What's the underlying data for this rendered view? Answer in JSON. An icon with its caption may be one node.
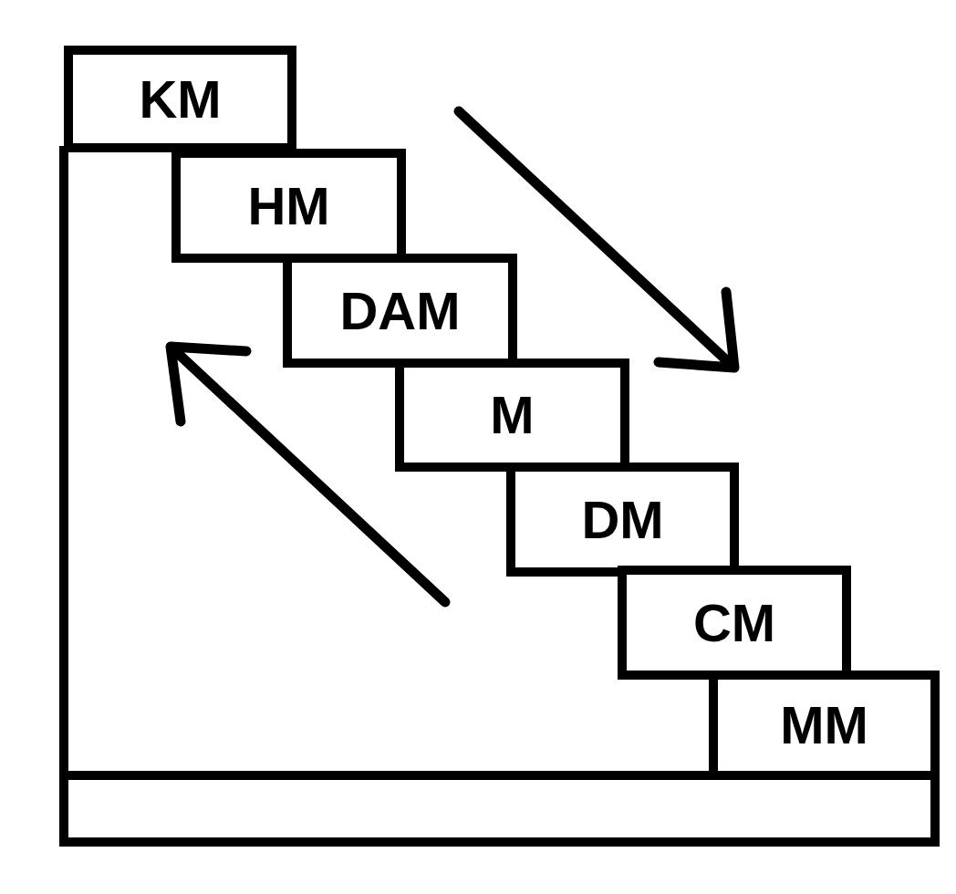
{
  "diagram": {
    "nodes": [
      {
        "text": [
          "KM"
        ]
      },
      {
        "text": [
          "HM"
        ]
      },
      {
        "text": [
          "DAM"
        ]
      },
      {
        "text": [
          "M"
        ]
      },
      {
        "text": [
          "DM"
        ]
      },
      {
        "text": [
          "CM"
        ]
      },
      {
        "text": [
          "MM"
        ]
      }
    ]
  }
}
